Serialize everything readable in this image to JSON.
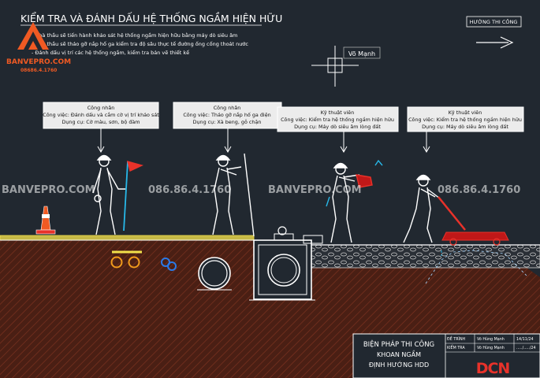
{
  "title": "KIỂM TRA VÀ ĐÁNH DẤU HỆ THỐNG NGẦM HIỆN HỮU",
  "notes": [
    "- Nhà thầu sẽ tiến hành khảo sát hệ thống ngầm hiện hữu bằng máy dò siêu âm",
    "- Nhà thầu sẽ tháo gỡ nắp hố ga kiểm tra độ sâu thực tế đường ống cống thoát nước",
    "- Đánh dấu vị trí các hệ thống ngầm, kiểm tra bản vẽ thiết kế"
  ],
  "logo": {
    "text": "BANVEPRO.COM",
    "phone": "08686.4.1760"
  },
  "direction_label": "HƯỚNG THI CÔNG",
  "author_tag": "Võ Mạnh",
  "watermarks": [
    "BANVEPRO.COM",
    "086.86.4.1760",
    "BANVEPRO.COM",
    "086.86.4.1760"
  ],
  "workers": [
    {
      "role": "Công nhân",
      "task": "Công việc: Đánh dấu và cắm cờ vị trí khảo sát",
      "tools": "Dụng cụ: Cờ màu, sơn, bộ đàm"
    },
    {
      "role": "Công nhân",
      "task": "Công việc: Tháo gỡ nắp hố ga điện",
      "tools": "Dụng cụ: Xà beng, gỗ chặn"
    },
    {
      "role": "Kỹ thuật viên",
      "task": "Công việc: Kiểm tra hệ thống ngầm hiện hữu",
      "tools": "Dụng cụ: Máy dò siêu âm lòng đất"
    },
    {
      "role": "Kỹ thuật viên",
      "task": "Công việc: Kiểm tra hệ thống ngầm hiện hữu",
      "tools": "Dụng cụ: Máy dò siêu âm lòng đất"
    }
  ],
  "title_block": {
    "title1": "BIỆN PHÁP THI CÔNG",
    "title2": "KHOAN NGẦM",
    "title3": "ĐỊNH HƯỚNG HDD",
    "rows": [
      {
        "label": "ĐỀ TRÌNH",
        "name": "Võ Hùng Mạnh",
        "date": "14/11/24"
      },
      {
        "label": "KIỂM TRA",
        "name": "Võ Hùng Mạnh",
        "date": "...../...../24"
      }
    ],
    "company_logo": "DCN"
  },
  "colors": {
    "background": "#212830",
    "soil": "#4a1f14",
    "soil_hatch": "#8a3a22",
    "lines": "#ffffff",
    "callout": "#e9e9e9",
    "accent_red": "#e8322a",
    "cable_cyan": "#28b8e8",
    "pipe_orange": "#f09a1c",
    "pipe_blue": "#2a7ae8",
    "tape_yellow": "#f2e04a",
    "machine_red": "#c01818",
    "logo_orange": "#f05a23"
  }
}
